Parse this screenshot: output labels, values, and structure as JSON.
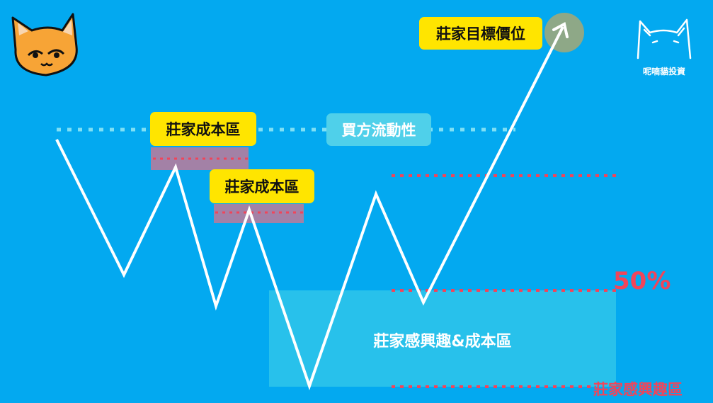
{
  "labels": {
    "target": "莊家目標價位",
    "cost_zone_1": "莊家成本區",
    "cost_zone_2": "莊家成本區",
    "buyer_liquidity": "買方流動性",
    "interest_zone": "莊家感興趣&成本區",
    "fifty_percent": "50%",
    "bottom_label": "莊家感興趣區"
  },
  "brand": {
    "name": "呢喃貓投資",
    "logo_icon": "cat-face-icon",
    "brand_icon": "cat-outline-icon"
  },
  "colors": {
    "background": "#03a9f0",
    "highlight_yellow": "#ffe500",
    "liquidity_cyan": "#4fd0ea",
    "dotted_cyan": "#7fe0f5",
    "dotted_red": "#f0455a",
    "cost_box": "#c07a99",
    "interest_box": "#2fc6ea",
    "target_circle": "#8ea887",
    "price_line": "#ffffff"
  }
}
